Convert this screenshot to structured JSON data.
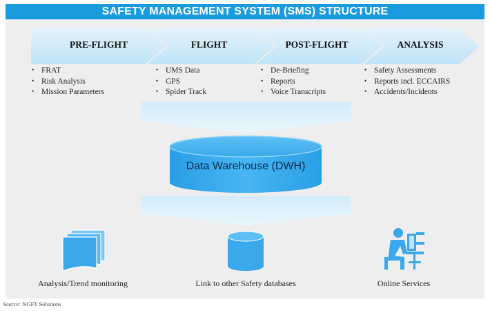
{
  "title": "SAFETY MANAGEMENT SYSTEM (SMS) STRUCTURE",
  "stages": [
    {
      "title": "PRE-FLIGHT",
      "items": [
        "FRAT",
        "Risk Analysis",
        "Mission Parameters"
      ]
    },
    {
      "title": "FLIGHT",
      "items": [
        "UMS Data",
        "GPS",
        "Spider Track"
      ]
    },
    {
      "title": "POST-FLIGHT",
      "items": [
        "De-Briefing",
        "Reports",
        "Voice Transcripts"
      ]
    },
    {
      "title": "ANALYSIS",
      "items": [
        "Safety Assessments",
        "Reports incl. ECCAIRS",
        "Accidents/Incidents"
      ]
    }
  ],
  "warehouse": {
    "label": "Data Warehouse (DWH)"
  },
  "outputs": [
    {
      "label": "Analysis/Trend monitoring",
      "icon": "stacked-documents-icon"
    },
    {
      "label": "Link to other Safety databases",
      "icon": "database-cylinder-icon"
    },
    {
      "label": "Online Services",
      "icon": "person-at-computer-icon"
    }
  ],
  "source": {
    "prefix": "Source:",
    "text": "NGFT Solutions"
  },
  "colors": {
    "banner": "#1a9be0",
    "chevron": "#c9e7f8",
    "funnel": "#dcf0fb",
    "cylinder": "#33aaee",
    "panel": "#eeeeee",
    "icon": "#3aa8ea"
  }
}
